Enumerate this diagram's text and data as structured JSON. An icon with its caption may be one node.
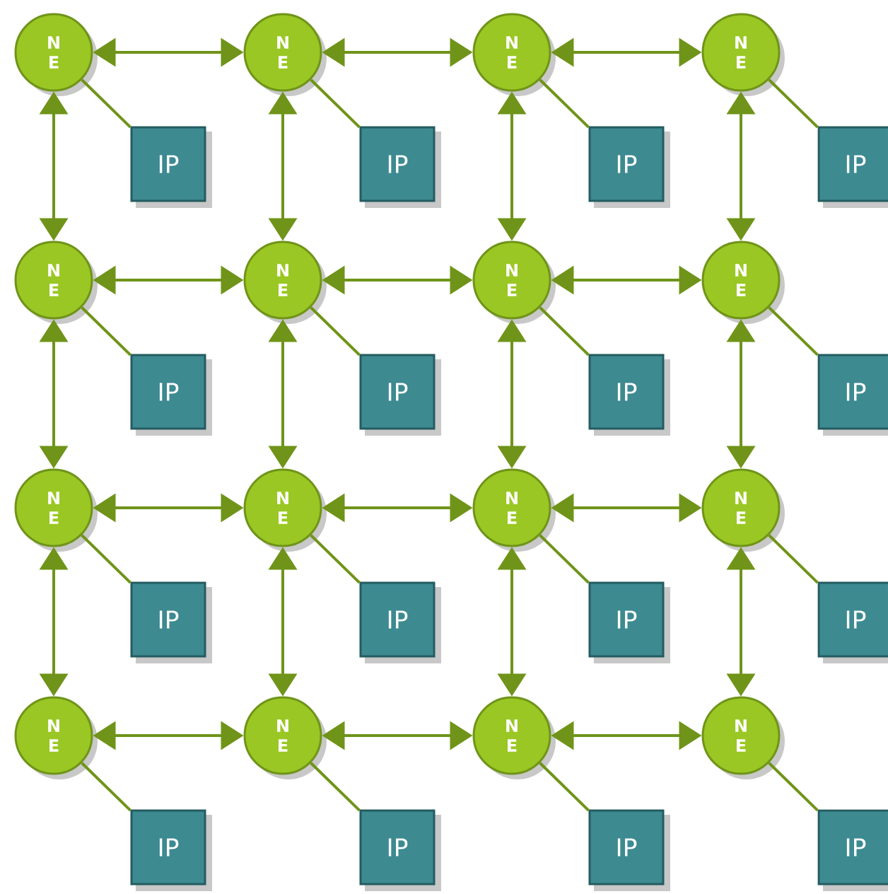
{
  "diagram": {
    "nodes": [
      {
        "text": [
          "N E"
        ]
      },
      {
        "text": [
          "N E"
        ]
      },
      {
        "text": [
          "N E"
        ]
      },
      {
        "text": [
          "N E"
        ]
      },
      {
        "text": [
          "IP"
        ]
      },
      {
        "text": [
          "IP"
        ]
      },
      {
        "text": [
          "IP"
        ]
      },
      {
        "text": [
          "IP"
        ]
      },
      {
        "text": [
          "N E"
        ]
      },
      {
        "text": [
          "N E"
        ]
      },
      {
        "text": [
          "N E"
        ]
      },
      {
        "text": [
          "N E"
        ]
      },
      {
        "text": [
          "IP"
        ]
      },
      {
        "text": [
          "IP"
        ]
      },
      {
        "text": [
          "IP"
        ]
      },
      {
        "text": [
          "IP"
        ]
      },
      {
        "text": [
          "N E"
        ]
      },
      {
        "text": [
          "N E"
        ]
      },
      {
        "text": [
          "N E"
        ]
      },
      {
        "text": [
          "N E"
        ]
      },
      {
        "text": [
          "IP"
        ]
      },
      {
        "text": [
          "IP"
        ]
      },
      {
        "text": [
          "IP"
        ]
      },
      {
        "text": [
          "IP"
        ]
      },
      {
        "text": [
          "N E"
        ]
      },
      {
        "text": [
          "N E"
        ]
      },
      {
        "text": [
          "N E"
        ]
      },
      {
        "text": [
          "N E"
        ]
      },
      {
        "text": [
          "IP"
        ]
      },
      {
        "text": [
          "IP"
        ]
      },
      {
        "text": [
          "IP"
        ]
      },
      {
        "text": [
          "IP"
        ]
      }
    ],
    "edges": [
      {
        "from": 0,
        "to": 1,
        "arrow": "both"
      },
      {
        "from": 1,
        "to": 2,
        "arrow": "both"
      },
      {
        "from": 2,
        "to": 3,
        "arrow": "both"
      },
      {
        "from": 0,
        "to": 4,
        "arrow": "none"
      },
      {
        "from": 1,
        "to": 5,
        "arrow": "none"
      },
      {
        "from": 2,
        "to": 6,
        "arrow": "none"
      },
      {
        "from": 3,
        "to": 7,
        "arrow": "none"
      },
      {
        "from": 0,
        "to": 8,
        "arrow": "both"
      },
      {
        "from": 1,
        "to": 9,
        "arrow": "both"
      },
      {
        "from": 2,
        "to": 10,
        "arrow": "both"
      },
      {
        "from": 3,
        "to": 11,
        "arrow": "both"
      },
      {
        "from": 8,
        "to": 9,
        "arrow": "both"
      },
      {
        "from": 9,
        "to": 10,
        "arrow": "both"
      },
      {
        "from": 10,
        "to": 11,
        "arrow": "both"
      },
      {
        "from": 8,
        "to": 12,
        "arrow": "none"
      },
      {
        "from": 9,
        "to": 13,
        "arrow": "none"
      },
      {
        "from": 10,
        "to": 14,
        "arrow": "none"
      },
      {
        "from": 11,
        "to": 15,
        "arrow": "none"
      },
      {
        "from": 8,
        "to": 16,
        "arrow": "both"
      },
      {
        "from": 9,
        "to": 17,
        "arrow": "both"
      },
      {
        "from": 10,
        "to": 18,
        "arrow": "both"
      },
      {
        "from": 11,
        "to": 19,
        "arrow": "both"
      },
      {
        "from": 16,
        "to": 17,
        "arrow": "both"
      },
      {
        "from": 17,
        "to": 18,
        "arrow": "both"
      },
      {
        "from": 18,
        "to": 19,
        "arrow": "both"
      },
      {
        "from": 16,
        "to": 20,
        "arrow": "none"
      },
      {
        "from": 17,
        "to": 21,
        "arrow": "none"
      },
      {
        "from": 18,
        "to": 22,
        "arrow": "none"
      },
      {
        "from": 19,
        "to": 23,
        "arrow": "none"
      },
      {
        "from": 16,
        "to": 24,
        "arrow": "both"
      },
      {
        "from": 17,
        "to": 25,
        "arrow": "both"
      },
      {
        "from": 18,
        "to": 26,
        "arrow": "both"
      },
      {
        "from": 19,
        "to": 27,
        "arrow": "both"
      },
      {
        "from": 24,
        "to": 25,
        "arrow": "both"
      },
      {
        "from": 25,
        "to": 26,
        "arrow": "both"
      },
      {
        "from": 26,
        "to": 27,
        "arrow": "both"
      },
      {
        "from": 24,
        "to": 28,
        "arrow": "none"
      },
      {
        "from": 25,
        "to": 29,
        "arrow": "none"
      },
      {
        "from": 26,
        "to": 30,
        "arrow": "none"
      },
      {
        "from": 27,
        "to": 31,
        "arrow": "none"
      }
    ]
  }
}
